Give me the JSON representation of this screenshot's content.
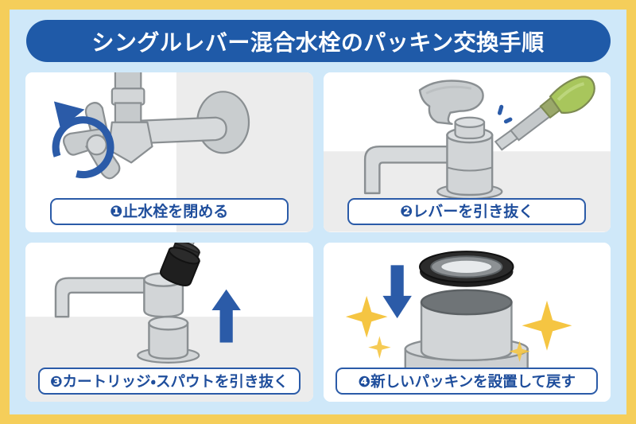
{
  "header": {
    "title": "シングルレバー混合水栓のパッキン交換手順"
  },
  "theme": {
    "outer_border": "#f5ce5a",
    "background": "#cfe8f9",
    "title_pill": "#1f5aa8",
    "title_text": "#ffffff",
    "caption_border": "#2b5ba8",
    "caption_text": "#1f4e9c",
    "panel_background": "#ffffff",
    "surface_gray": "#ececec",
    "metal_light": "#d9dcde",
    "metal_mid": "#c6cacc",
    "metal_dark": "#8a8f92",
    "accent_blue": "#2b5ba8",
    "screwdriver_handle": "#a8c65c",
    "sparkle_yellow": "#f5c542",
    "cartridge_black": "#1f1f1f"
  },
  "steps": [
    {
      "number": "❶",
      "label": "❶止水栓を閉める",
      "illustration": "stop-valve-with-rotation-arrow"
    },
    {
      "number": "❷",
      "label": "❷レバーを引き抜く",
      "illustration": "faucet-lever-and-screwdriver"
    },
    {
      "number": "❸",
      "label": "❸カートリッジ・スパウトを引き抜く",
      "illustration": "cartridge-spout-pull-up-arrow"
    },
    {
      "number": "❹",
      "label": "❹新しいパッキンを設置して戻す",
      "illustration": "new-packing-install-down-arrow-sparkles"
    }
  ]
}
